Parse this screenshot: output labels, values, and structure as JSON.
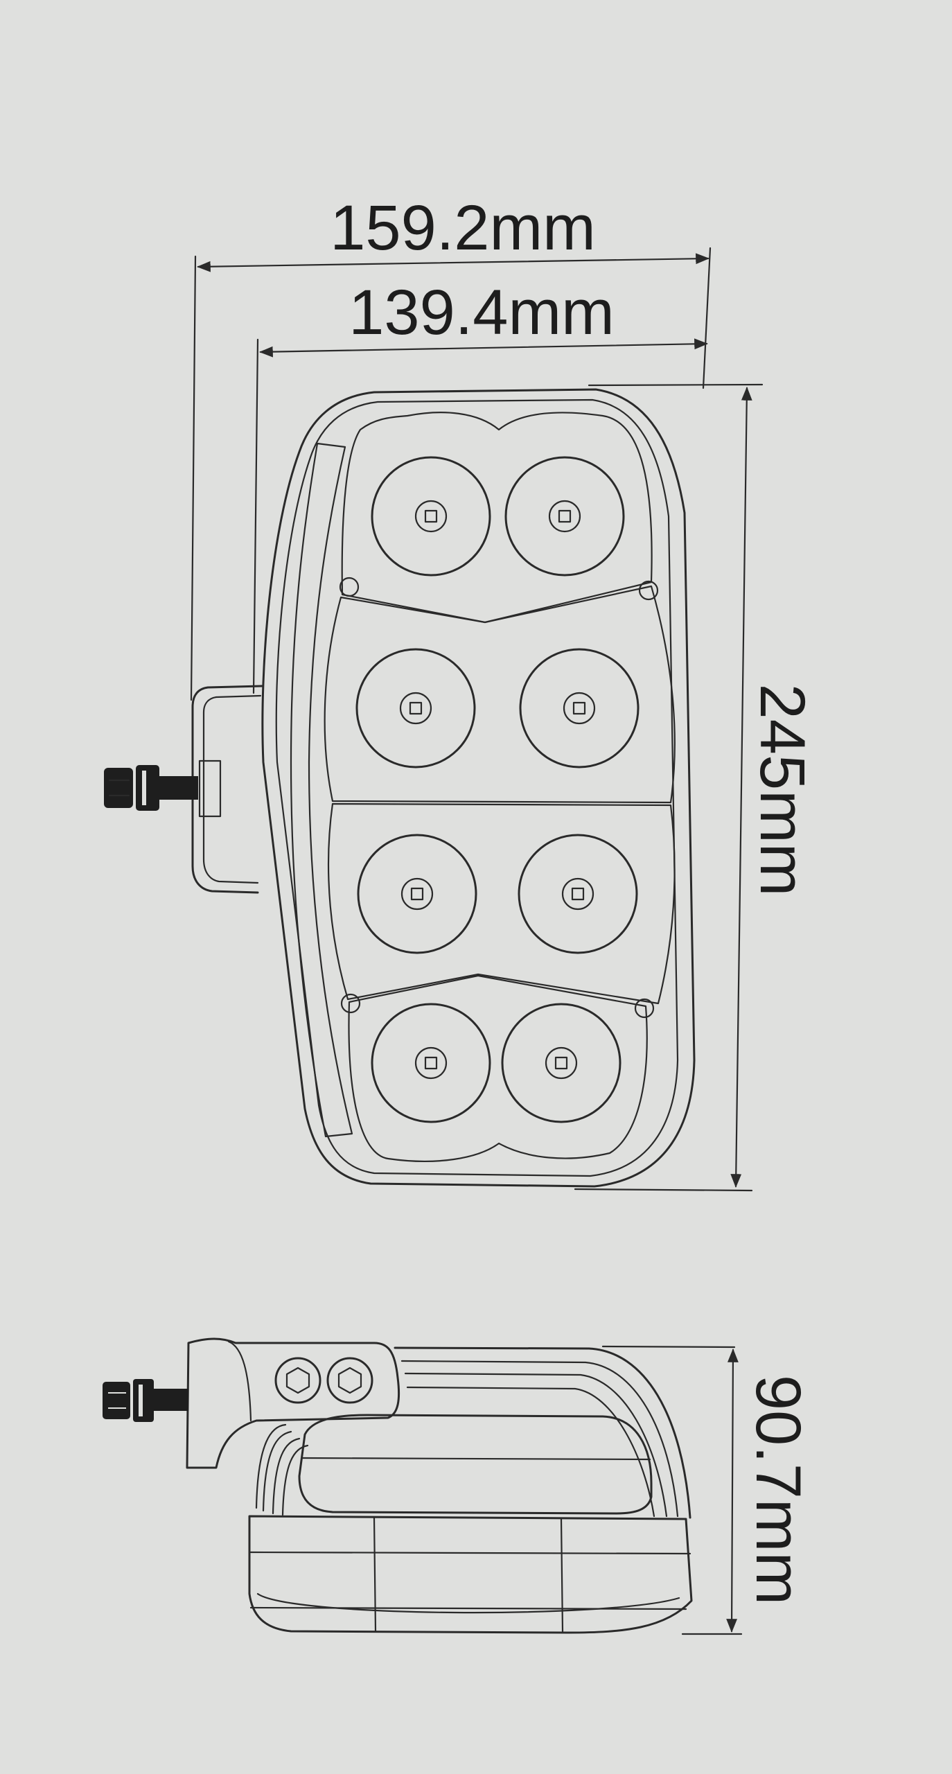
{
  "front_view": {
    "overall_width": "159.2mm",
    "inner_width": "139.4mm",
    "height": "245mm"
  },
  "side_view": {
    "depth": "90.7mm"
  },
  "colors": {
    "paper": "#dfe0de",
    "line": "#2a2a2a"
  }
}
